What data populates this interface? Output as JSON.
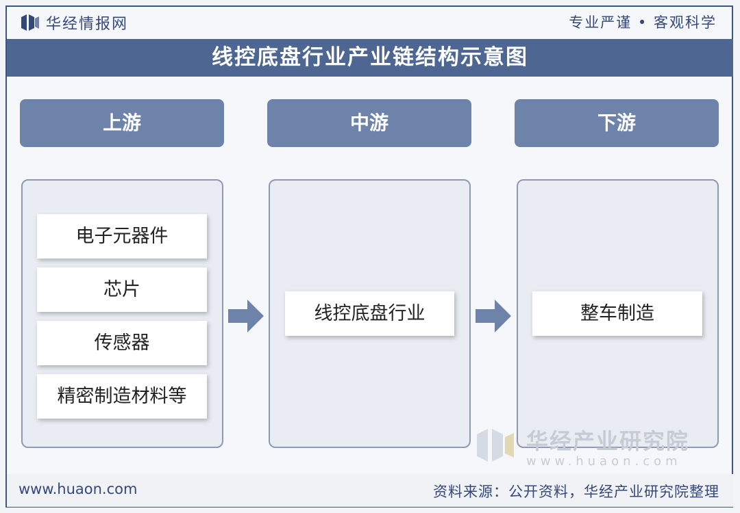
{
  "header": {
    "logo_text": "华经情报网",
    "slogan": "专业严谨 • 客观科学"
  },
  "title": "线控底盘行业产业链结构示意图",
  "stages": [
    {
      "label": "上游",
      "items": [
        "电子元器件",
        "芯片",
        "传感器",
        "精密制造材料等"
      ]
    },
    {
      "label": "中游",
      "items": [
        "线控底盘行业"
      ]
    },
    {
      "label": "下游",
      "items": [
        "整车制造"
      ]
    }
  ],
  "watermark": {
    "name": "华经产业研究院",
    "url": "www.huaon.com"
  },
  "footer": {
    "url": "www.huaon.com",
    "source": "资料来源：公开资料，华经产业研究院整理"
  },
  "colors": {
    "primary": "#4d6692",
    "stage_header": "#6d83aa",
    "arrow": "#6d83aa",
    "text_dark": "#34497a"
  }
}
